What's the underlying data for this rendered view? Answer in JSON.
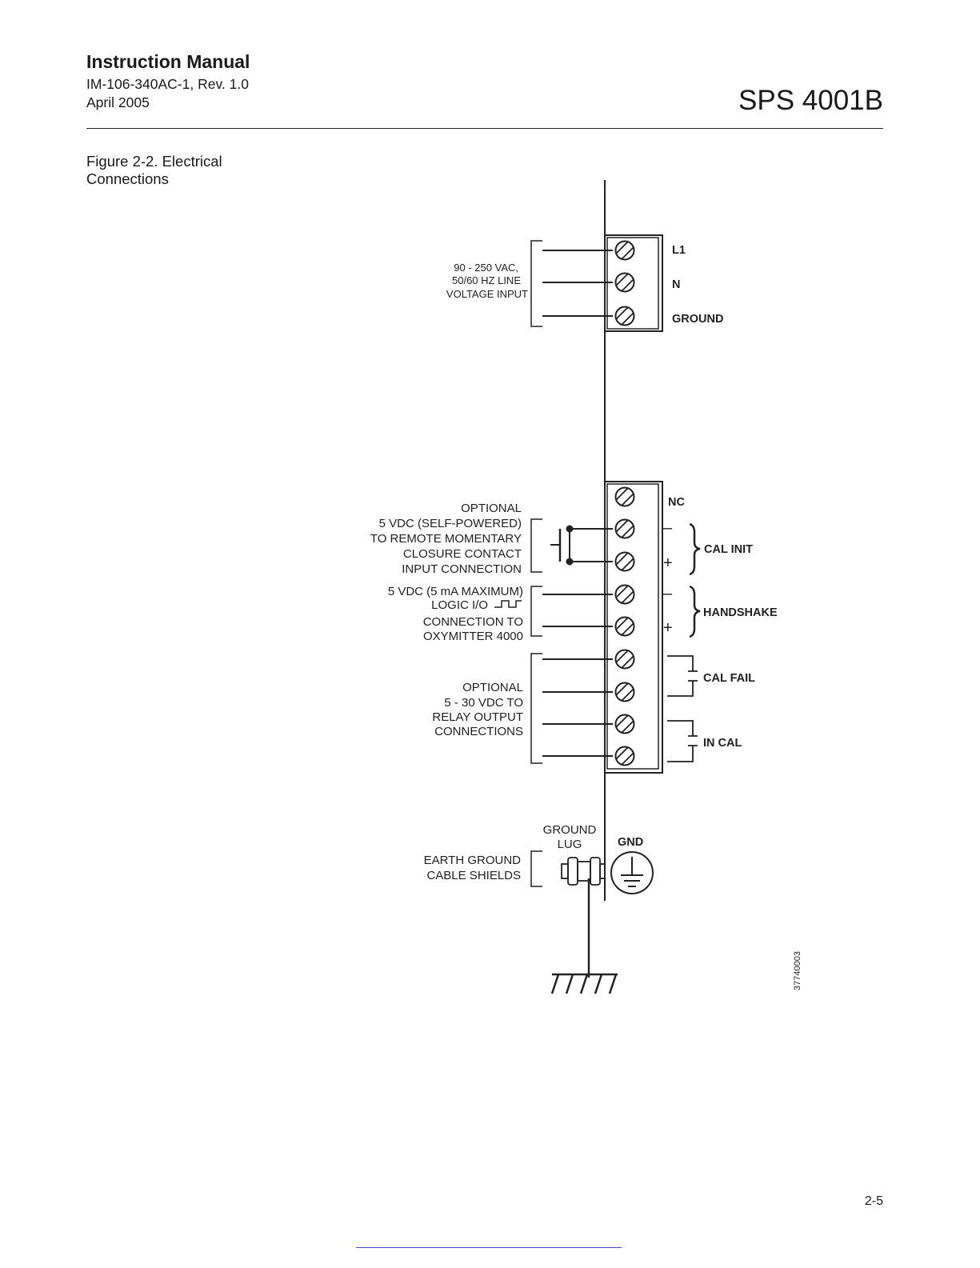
{
  "header": {
    "title": "Instruction Manual",
    "doc_number": "IM-106-340AC-1, Rev. 1.0",
    "date": "April 2005",
    "product": "SPS 4001B"
  },
  "figure": {
    "caption_line1": "Figure 2-2. Electrical",
    "caption_line2": "Connections",
    "power_input": [
      "90 - 250 VAC,",
      "50/60 HZ LINE",
      "VOLTAGE INPUT"
    ],
    "power_terminals": [
      "L1",
      "N",
      "GROUND"
    ],
    "nc_label": "NC",
    "contact_input": [
      "OPTIONAL",
      "5 VDC (SELF-POWERED)",
      "TO REMOTE MOMENTARY",
      "CLOSURE CONTACT",
      "INPUT CONNECTION"
    ],
    "logic_io": [
      "5 VDC (5 mA MAXIMUM)",
      "LOGIC I/O",
      "CONNECTION TO",
      "OXYMITTER 4000"
    ],
    "relay_output": [
      "OPTIONAL",
      "5 - 30 VDC TO",
      "RELAY OUTPUT",
      "CONNECTIONS"
    ],
    "signals": {
      "cal_init": "CAL INIT",
      "handshake": "HANDSHAKE",
      "cal_fail": "CAL FAIL",
      "in_cal": "IN CAL"
    },
    "polarity": {
      "minus": "–",
      "plus": "+"
    },
    "ground_lug": [
      "GROUND",
      "LUG"
    ],
    "gnd_label": "GND",
    "earth_ground": [
      "EARTH GROUND",
      "CABLE SHIELDS"
    ],
    "drawing_number": "37740003"
  },
  "footer": {
    "page_number": "2-5"
  }
}
